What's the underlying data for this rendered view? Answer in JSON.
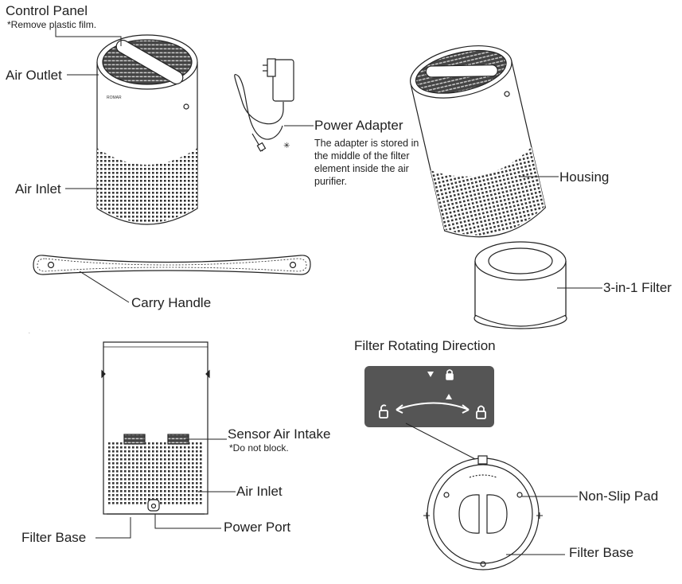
{
  "labels": {
    "control_panel": "Control Panel",
    "remove_film": "*Remove plastic film.",
    "air_outlet": "Air Outlet",
    "air_inlet_top": "Air Inlet",
    "power_adapter": "Power Adapter",
    "adapter_note": "The adapter is stored in the middle of the filter element inside the air purifier.",
    "housing": "Housing",
    "filter_3in1": "3-in-1 Filter",
    "carry_handle": "Carry Handle",
    "filter_rotating_direction": "Filter Rotating Direction",
    "sensor_air_intake": "Sensor Air Intake",
    "do_not_block": "*Do not block.",
    "air_inlet_bottom": "Air Inlet",
    "filter_base_left": "Filter Base",
    "power_port": "Power Port",
    "non_slip_pad": "Non-Slip Pad",
    "filter_base_right": "Filter Base"
  },
  "icons": {
    "lock": "lock-icon",
    "unlock": "unlock-icon",
    "arrow_down": "triangle-down-icon",
    "arrow_up": "triangle-up-icon",
    "rotate_arrow": "double-arrow-icon"
  },
  "colors": {
    "line": "#222222",
    "panel": "#555555",
    "panel_glyph": "#ffffff"
  }
}
